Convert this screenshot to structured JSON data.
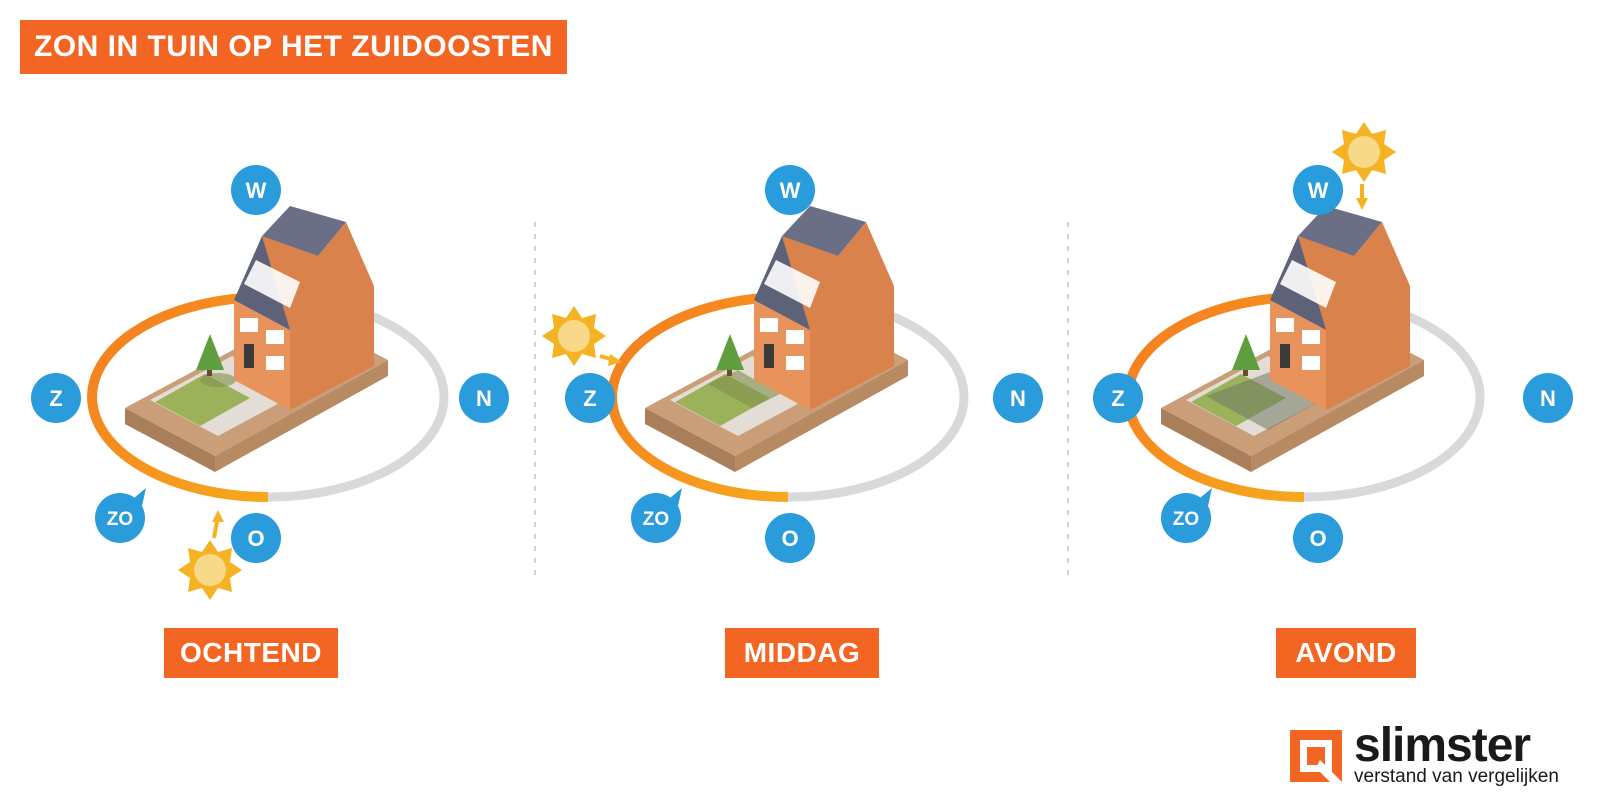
{
  "title": "ZON IN TUIN OP HET ZUIDOOSTEN",
  "compass": {
    "west": "W",
    "south": "Z",
    "north": "N",
    "southeast": "ZO",
    "east": "O"
  },
  "panels": [
    {
      "label": "OCHTEND"
    },
    {
      "label": "MIDDAG"
    },
    {
      "label": "AVOND"
    }
  ],
  "brand": {
    "name": "slimster",
    "tagline": "verstand van vergelijken"
  },
  "colors": {
    "accent_orange": "#F26522",
    "arc_orange": "#F59B1E",
    "compass_blue": "#2A9BDB",
    "sun_yellow": "#F5B323",
    "ring_gray": "#D7D9DA"
  }
}
